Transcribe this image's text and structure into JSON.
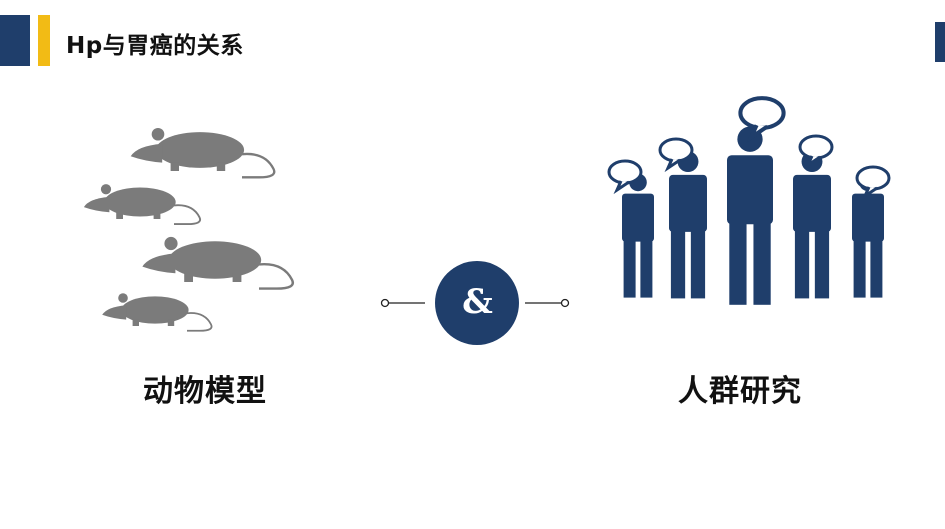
{
  "header": {
    "title": "Hp与胃癌的关系"
  },
  "left_panel": {
    "illustration_icon": "mouse-icon",
    "caption": "动物模型"
  },
  "center": {
    "symbol": "&"
  },
  "right_panel": {
    "illustration_icon": "people-speech-icon",
    "caption": "人群研究"
  },
  "colors": {
    "navy": "#1F3E6B",
    "accent_yellow": "#F2BB15",
    "mouse_gray": "#7B7B7B",
    "text": "#111111"
  }
}
